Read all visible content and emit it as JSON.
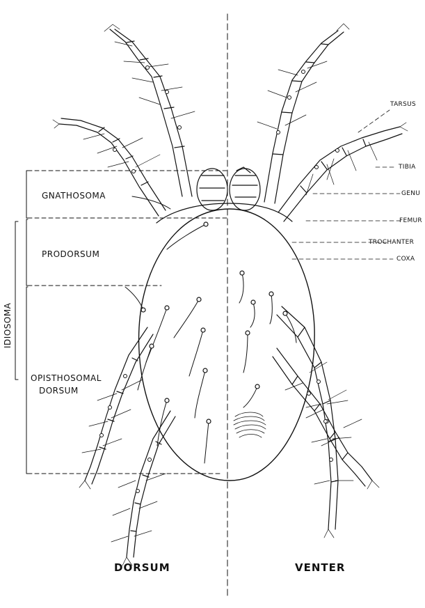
{
  "diagram": {
    "left_labels": {
      "gnathosoma": "GNATHOSOMA",
      "prodorsum": "PRODORSUM",
      "opisthosomal_line1": "OPISTHOSOMAL",
      "opisthosomal_line2": "DORSUM",
      "idiosoma": "IDIOSOMA"
    },
    "right_labels": {
      "tarsus": "TARSUS",
      "tibia": "TIBIA",
      "genu": "GENU",
      "femur": "FEMUR",
      "trochanter": "TROCHANTER",
      "coxa": "COXA"
    },
    "bottom_labels": {
      "dorsum": "DORSUM",
      "venter": "VENTER"
    }
  }
}
